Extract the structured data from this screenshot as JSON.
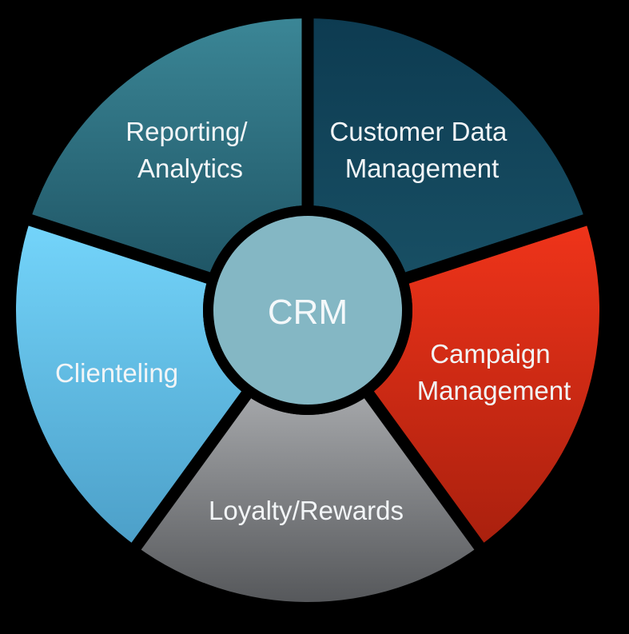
{
  "center": {
    "label": "CRM",
    "color": "#84b7c4"
  },
  "segments": [
    {
      "id": "customer-data-management",
      "lines": [
        "Customer Data",
        "Management"
      ],
      "color_top": "#0d3b51",
      "color_bottom": "#184f64"
    },
    {
      "id": "campaign-management",
      "lines": [
        "Campaign",
        "Management"
      ],
      "color_top": "#f0341a",
      "color_bottom": "#a9200e"
    },
    {
      "id": "loyalty-rewards",
      "lines": [
        "Loyalty/Rewards"
      ],
      "color_top": "#a5a7aa",
      "color_bottom": "#56585b"
    },
    {
      "id": "clienteling",
      "lines": [
        "Clienteling"
      ],
      "color_top": "#74d5fb",
      "color_bottom": "#4c9fc8"
    },
    {
      "id": "reporting-analytics",
      "lines": [
        "Reporting/",
        "Analytics"
      ],
      "color_top": "#3b8696",
      "color_bottom": "#1f5565"
    }
  ],
  "colors": {
    "background": "#000000",
    "divider": "#000000",
    "text": "#f2f5f7"
  }
}
